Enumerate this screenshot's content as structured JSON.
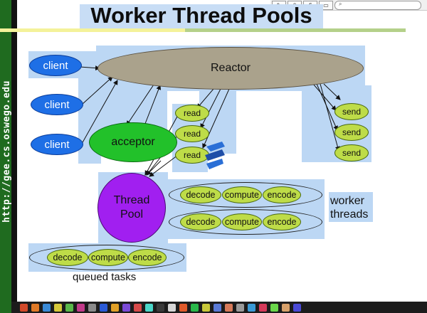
{
  "url_text": "http://gee.cs.oswego.edu",
  "title": "Worker Thread Pools",
  "diagram": {
    "reactor": "Reactor",
    "acceptor": "acceptor",
    "thread_pool_line1": "Thread",
    "thread_pool_line2": "Pool",
    "clients": [
      "client",
      "client",
      "client"
    ],
    "reads": [
      "read",
      "read",
      "read"
    ],
    "sends": [
      "send",
      "send",
      "send"
    ],
    "worker_rows": [
      [
        "decode",
        "compute",
        "encode"
      ],
      [
        "decode",
        "compute",
        "encode"
      ]
    ],
    "queued_row": [
      "decode",
      "compute",
      "encode"
    ],
    "worker_label_line1": "worker",
    "worker_label_line2": "threads",
    "queued_label": "queued tasks"
  },
  "colors": {
    "client": "#1e6fe6",
    "reactor": "#aaa28c",
    "acceptor": "#22c12a",
    "thread_pool": "#a11ff0",
    "task": "#bedc48",
    "highlight": "#bcd7f4"
  },
  "icons": [
    "pencil-icon",
    "share-icon",
    "print-icon",
    "search-icon"
  ]
}
